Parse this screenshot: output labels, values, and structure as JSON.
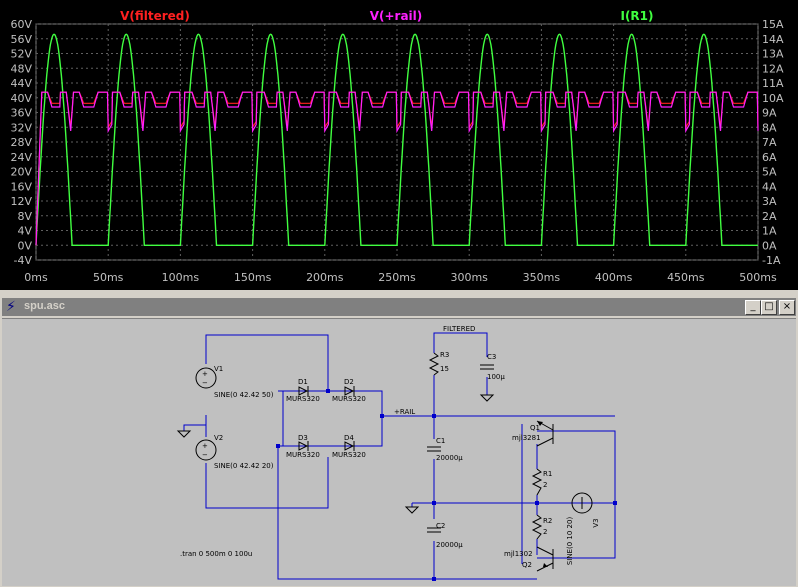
{
  "plot": {
    "traces": [
      {
        "label": "V(filtered)",
        "color": "#ff2020"
      },
      {
        "label": "V(+rail)",
        "color": "#ff20ff"
      },
      {
        "label": "I(R1)",
        "color": "#40ff40"
      }
    ],
    "left_axis": [
      "60V",
      "56V",
      "52V",
      "48V",
      "44V",
      "40V",
      "36V",
      "32V",
      "28V",
      "24V",
      "20V",
      "16V",
      "12V",
      "8V",
      "4V",
      "0V",
      "-4V"
    ],
    "right_axis": [
      "15A",
      "14A",
      "13A",
      "12A",
      "11A",
      "10A",
      "9A",
      "8A",
      "7A",
      "6A",
      "5A",
      "4A",
      "3A",
      "2A",
      "1A",
      "0A",
      "-1A"
    ],
    "x_axis": [
      "0ms",
      "50ms",
      "100ms",
      "150ms",
      "200ms",
      "250ms",
      "300ms",
      "350ms",
      "400ms",
      "450ms",
      "500ms"
    ]
  },
  "chart_data": {
    "type": "line",
    "x_unit": "ms",
    "xlim": [
      0,
      500
    ],
    "ylim_left": [
      -4,
      60
    ],
    "ylim_right": [
      -1,
      15
    ],
    "series": [
      {
        "name": "V(filtered)",
        "axis": "left",
        "color": "#ff2020",
        "period_ms": 50,
        "high": 41.5,
        "low": 32,
        "rail_plateau": 38.5
      },
      {
        "name": "V(+rail)",
        "axis": "left",
        "color": "#ff20ff",
        "period_ms": 50,
        "high": 41.5,
        "low": 31,
        "rail_plateau": 37.5
      },
      {
        "name": "I(R1)",
        "axis": "right",
        "color": "#40ff40",
        "period_ms": 50,
        "peak": 14.3,
        "low": 0,
        "pulses_ms": [
          [
            0,
            25
          ],
          [
            50,
            75
          ],
          [
            100,
            125
          ],
          [
            150,
            175
          ],
          [
            200,
            225
          ],
          [
            250,
            275
          ],
          [
            300,
            325
          ],
          [
            350,
            375
          ],
          [
            400,
            425
          ],
          [
            450,
            475
          ]
        ]
      }
    ]
  },
  "window": {
    "title": "spu.asc",
    "minimize": "_",
    "maximize": "□",
    "close": "×"
  },
  "schematic": {
    "v1_name": "V1",
    "v1_value": "SINE(0 42.42 50)",
    "v2_name": "V2",
    "v2_value": "SINE(0 42.42 20)",
    "d1_name": "D1",
    "d1_model": "MURS320",
    "d2_name": "D2",
    "d2_model": "MURS320",
    "d3_name": "D3",
    "d3_model": "MURS320",
    "d4_name": "D4",
    "d4_model": "MURS320",
    "rail_label": "+RAIL",
    "filtered_label": "FILTERED",
    "r3_name": "R3",
    "r3_value": "15",
    "c3_name": "C3",
    "c3_value": "100µ",
    "c1_name": "C1",
    "c1_value": "20000µ",
    "c2_name": "C2",
    "c2_value": "20000µ",
    "q1_name": "Q1",
    "q1_model": "mjl3281",
    "q2_name": "Q2",
    "q2_model": "mjl1302",
    "r1_name": "R1",
    "r1_value": "2",
    "r2_name": "R2",
    "r2_value": "2",
    "v3_name": "V3",
    "v3_value": "SINE(0 10 20)",
    "tran": ".tran 0 500m 0 100u"
  }
}
